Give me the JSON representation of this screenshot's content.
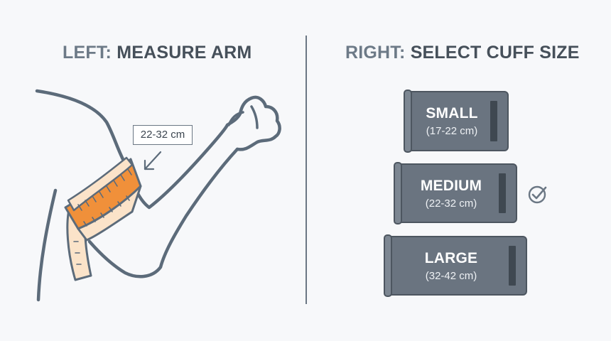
{
  "left_heading": {
    "prefix": "LEFT:",
    "text": "MEASURE ARM"
  },
  "right_heading": {
    "prefix": "RIGHT:",
    "text": "SELECT CUFF SIZE"
  },
  "measurement_label": "22-32 cm",
  "cuffs": [
    {
      "name": "SMALL",
      "range": "(17-22 cm)",
      "selected": false
    },
    {
      "name": "MEDIUM",
      "range": "(22-32 cm)",
      "selected": true
    },
    {
      "name": "LARGE",
      "range": "(32-42 cm)",
      "selected": false
    }
  ],
  "icons": {
    "arrow": "arrow-down-left-icon",
    "check": "check-circle-icon"
  },
  "colors": {
    "outline": "#5c6b7a",
    "tape_orange": "#f0903a",
    "tape_light": "#fbe3c9",
    "cuff_body": "#6a7480",
    "cuff_border": "#4d5660",
    "heading_dark": "#46505a",
    "heading_light": "#6d7a87"
  }
}
